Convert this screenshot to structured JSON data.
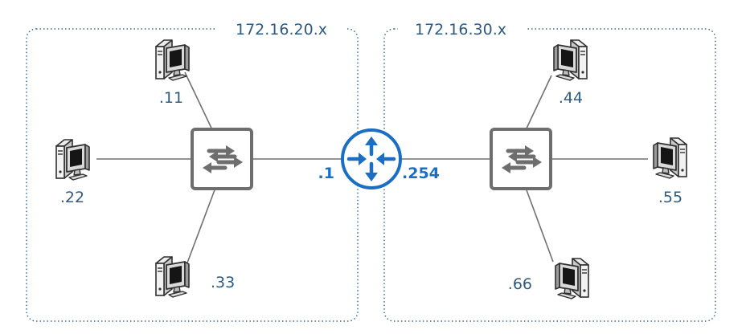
{
  "colors": {
    "boundary": "#3a6b93",
    "link": "#707070",
    "switch_stroke": "#6e6e6e",
    "router": "#1a6fc4",
    "label": "#2f5b82"
  },
  "subnets": {
    "left": {
      "label": "172.16.20.x"
    },
    "right": {
      "label": "172.16.30.x"
    }
  },
  "router": {
    "icon": "router-icon",
    "left_interface": ".1",
    "right_interface": ".254"
  },
  "switches": {
    "left": {
      "icon": "switch-icon"
    },
    "right": {
      "icon": "switch-icon"
    }
  },
  "hosts": {
    "h11": {
      "label": ".11",
      "icon": "desktop-computer-icon"
    },
    "h22": {
      "label": ".22",
      "icon": "desktop-computer-icon"
    },
    "h33": {
      "label": ".33",
      "icon": "desktop-computer-icon"
    },
    "h44": {
      "label": ".44",
      "icon": "desktop-computer-icon"
    },
    "h55": {
      "label": ".55",
      "icon": "desktop-computer-icon"
    },
    "h66": {
      "label": ".66",
      "icon": "desktop-computer-icon"
    }
  }
}
